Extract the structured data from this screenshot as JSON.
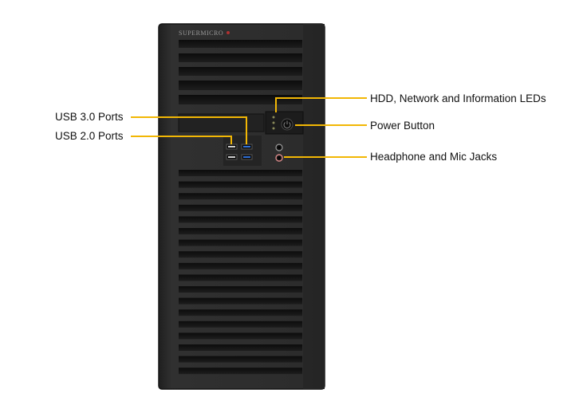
{
  "brand": {
    "logo_text": "SUPERMICRO"
  },
  "callouts": {
    "usb3": "USB 3.0 Ports",
    "usb2": "USB 2.0 Ports",
    "leds": "HDD, Network and Information  LEDs",
    "power": "Power Button",
    "audio": "Headphone and Mic Jacks"
  },
  "colors": {
    "chassis": "#2b2b2b",
    "chassis_edge": "#1a1a1a",
    "vent_slot": "#121212",
    "leader_line": "#f2b705",
    "usb3_blue": "#2f6fd6",
    "mic_pink": "#d98a8a",
    "label_text": "#111111"
  },
  "icons": {
    "power": "power-button-icon",
    "headphone": "headphone-jack-icon",
    "mic": "mic-jack-icon"
  }
}
